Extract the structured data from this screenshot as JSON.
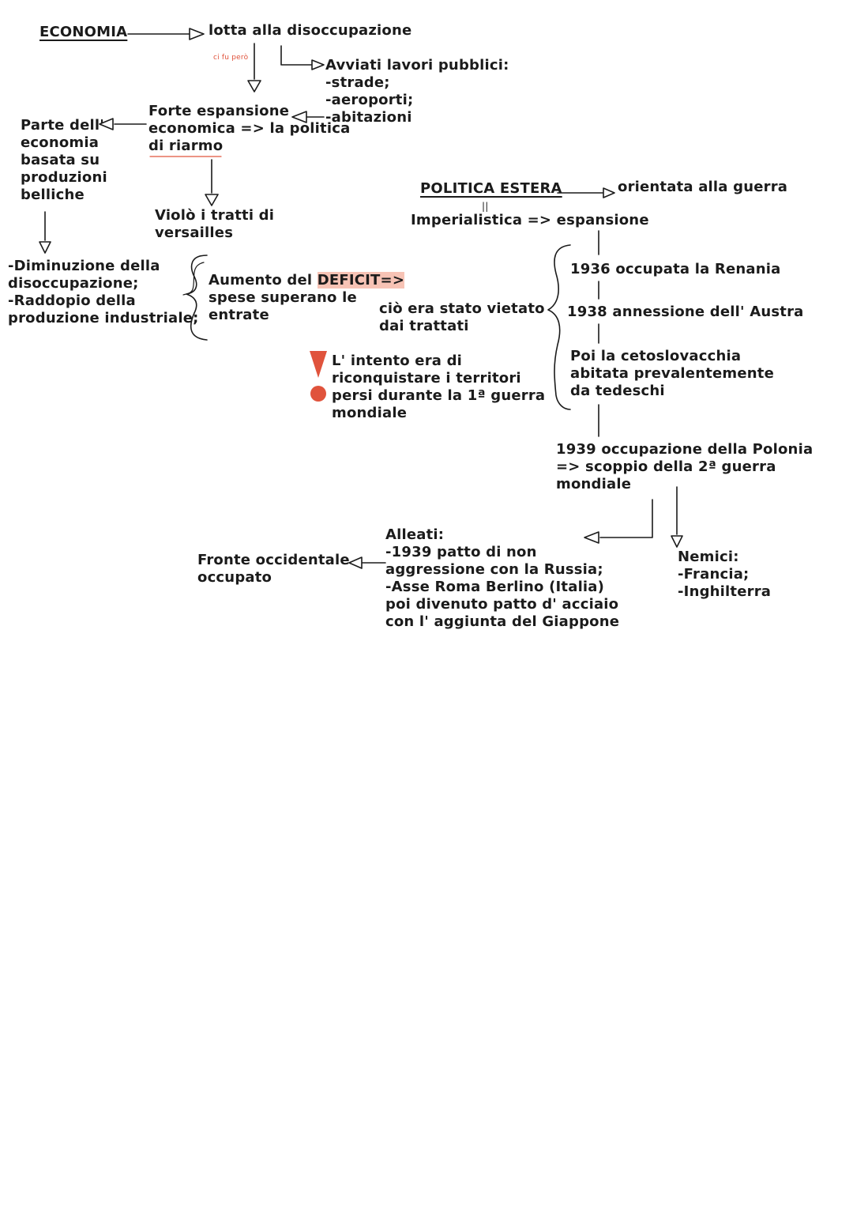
{
  "economia": {
    "title": "ECONOMIA",
    "lotta": "lotta alla disoccupazione",
    "note": "ci fu però",
    "lavori": [
      "Avviati lavori pubblici:",
      "-strade;",
      "-aeroporti;",
      "-abitazioni"
    ],
    "espansione": [
      "Forte espansione",
      "economica => la politica",
      "di riarmo"
    ],
    "parte": [
      "Parte dell'",
      "economia",
      "basata su",
      "produzioni",
      "belliche"
    ],
    "violo": [
      "Violò i tratti di",
      "versailles"
    ],
    "effetti": [
      "-Diminuzione della",
      "disoccupazione;",
      "-Raddopio della",
      "produzione industriale;"
    ],
    "deficit": {
      "pre": "Aumento del ",
      "highlight": "DEFICIT",
      "post": "=>",
      "lines": [
        "spese superano le",
        "entrate"
      ]
    }
  },
  "politica_estera": {
    "title": "POLITICA ESTERA",
    "orientata": "orientata alla guerra",
    "equal": "||",
    "imperialistica": "Imperialistica => espansione",
    "vietato": [
      "ciò era stato vietato",
      "dai trattati"
    ],
    "intento": [
      "L' intento era di",
      "riconquistare i territori",
      "persi durante la 1ª guerra",
      "mondiale"
    ],
    "e1936": "1936 occupata la Renania",
    "e1938": "1938 annessione dell' Austra",
    "cecoslovacchia": [
      "Poi la cetoslovacchia",
      "abitata prevalentemente",
      "da tedeschi"
    ],
    "e1939": [
      "1939 occupazione della Polonia",
      "=> scoppio della 2ª guerra",
      "mondiale"
    ],
    "alleati": [
      "Alleati:",
      "-1939 patto di non",
      "aggressione con la Russia;",
      "-Asse Roma Berlino (Italia)",
      "poi divenuto patto d' acciaio",
      "con l' aggiunta del Giappone"
    ],
    "fronte": [
      "Fronte occidentale",
      "occupato"
    ],
    "nemici": [
      "Nemici:",
      "-Francia;",
      "-Inghilterra"
    ]
  },
  "colors": {
    "ink": "#1b1b1b",
    "accent": "#e0533c",
    "highlight": "#f7c3b5"
  }
}
